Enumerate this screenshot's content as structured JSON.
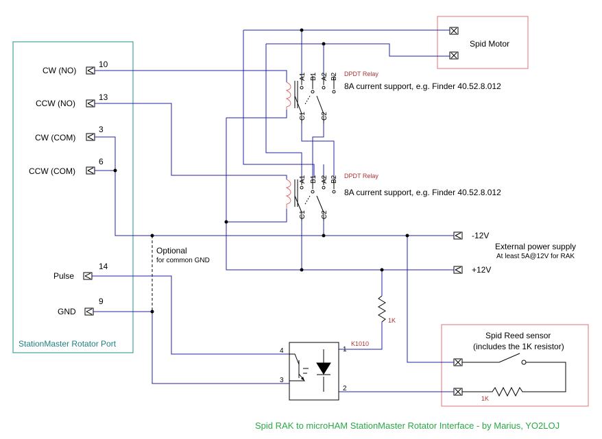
{
  "port_box": {
    "title": "StationMaster Rotator Port",
    "pins": [
      {
        "label": "CW (NO)",
        "num": "10"
      },
      {
        "label": "CCW (NO)",
        "num": "13"
      },
      {
        "label": "CW (COM)",
        "num": "3"
      },
      {
        "label": "CCW (COM)",
        "num": "6"
      },
      {
        "label": "Pulse",
        "num": "14"
      },
      {
        "label": "GND",
        "num": "9"
      }
    ]
  },
  "motor": {
    "title": "Spid Motor"
  },
  "relay1": {
    "type": "DPDT Relay",
    "note": "8A current support, e.g. Finder 40.52.8.012",
    "pins": {
      "a1": "A1",
      "b1": "B1",
      "a2": "A2",
      "b2": "B2",
      "c1": "C1",
      "c2": "C2"
    }
  },
  "relay2": {
    "type": "DPDT Relay",
    "note": "8A current support, e.g. Finder 40.52.8.012",
    "pins": {
      "a1": "A1",
      "b1": "B1",
      "a2": "A2",
      "b2": "B2",
      "c1": "C1",
      "c2": "C2"
    }
  },
  "power": {
    "neg": "-12V",
    "pos": "+12V",
    "title": "External power supply",
    "subtitle": "At least 5A@12V for RAK"
  },
  "optional": {
    "title": "Optional",
    "subtitle": "for common GND"
  },
  "resistor1": {
    "label": "1K"
  },
  "optocoupler": {
    "name": "K1010",
    "pins": {
      "p1": "1",
      "p2": "2",
      "p3": "3",
      "p4": "4"
    }
  },
  "reed": {
    "title": "Spid Reed sensor",
    "subtitle": "(includes the 1K resistor)",
    "resistor": "1K"
  },
  "footer": {
    "caption": "Spid RAK to microHAM StationMaster Rotator Interface - by Marius, YO2LOJ"
  }
}
